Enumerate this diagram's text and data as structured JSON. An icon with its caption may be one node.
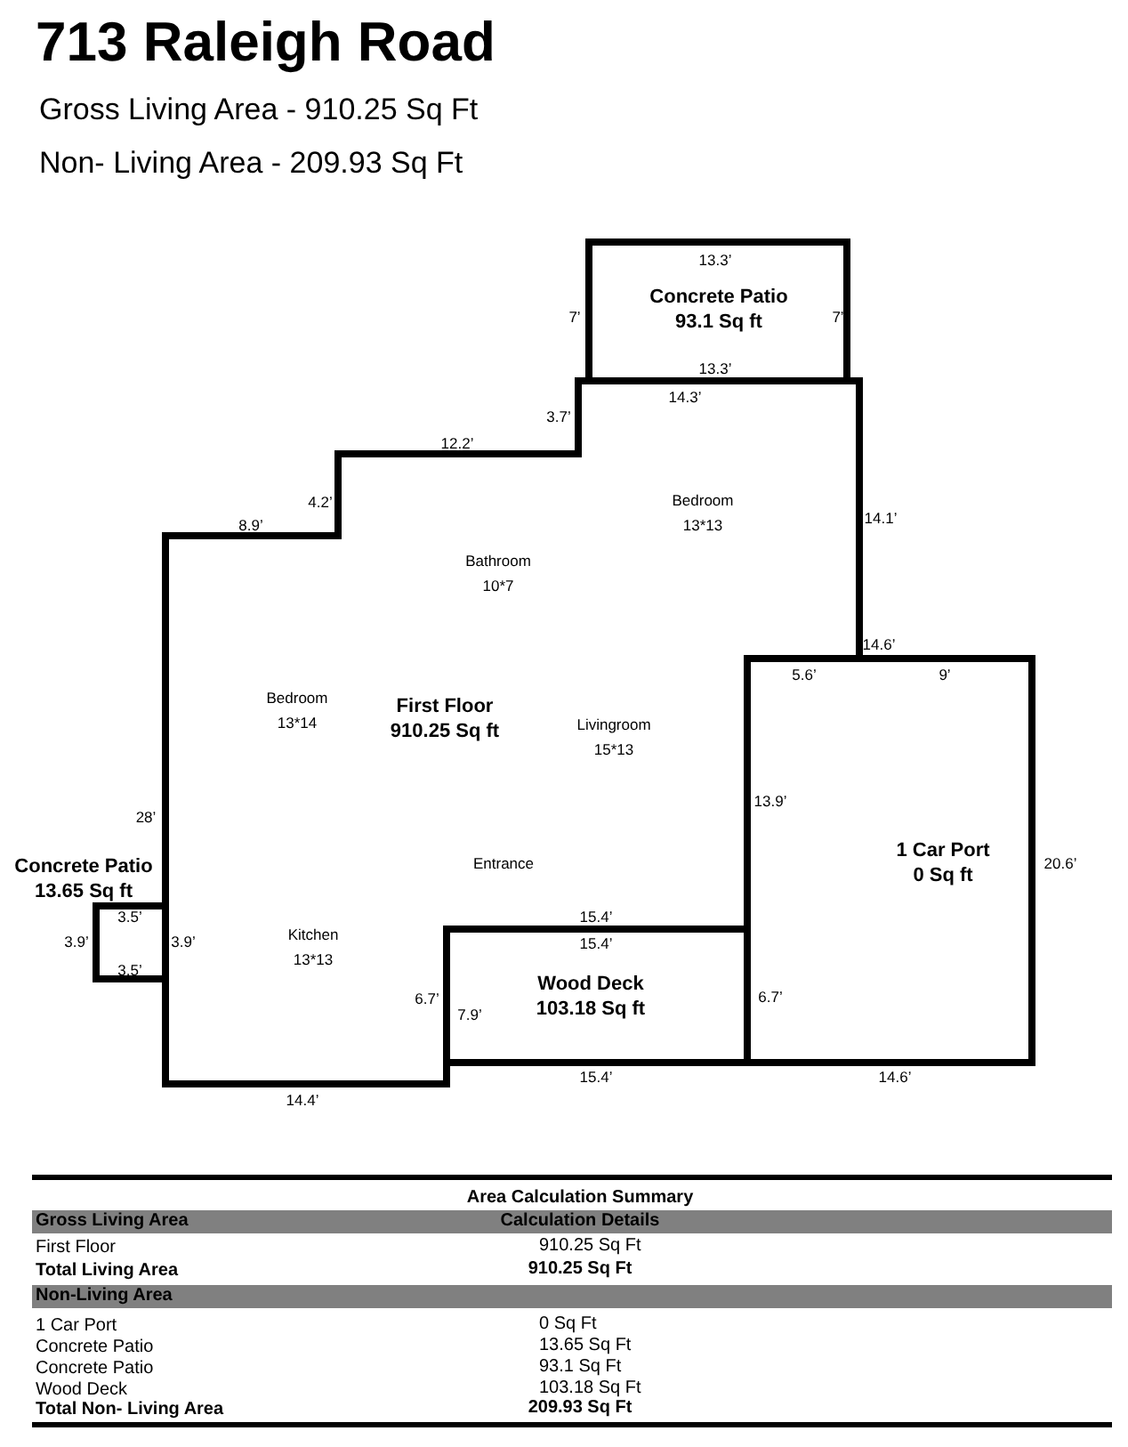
{
  "diagram": {
    "title": "713 Raleigh Road",
    "nodes": [
      {
        "text": [
          "First Floor",
          "910.25 Sq ft"
        ]
      },
      {
        "text": [
          "Concrete Patio",
          "93.1 Sq ft"
        ]
      },
      {
        "text": [
          "Concrete Patio",
          "13.65 Sq ft"
        ]
      },
      {
        "text": [
          "1 Car Port",
          "0 Sq ft"
        ]
      },
      {
        "text": [
          "Wood Deck",
          "103.18 Sq ft"
        ]
      }
    ],
    "labels": [
      "Gross Living Area - 910.25 Sq Ft",
      "Non- Living Area - 209.93 Sq Ft",
      "Bedroom 13*13",
      "Bathroom 10*7",
      "Bedroom 13*14",
      "Livingroom 15*13",
      "Entrance",
      "Kitchen 13*13",
      "13.3’",
      "7’",
      "7’",
      "13.3’",
      "14.3’",
      "3.7’",
      "12.2’",
      "4.2’",
      "8.9’",
      "14.1’",
      "14.6’",
      "5.6’",
      "9’",
      "28’",
      "13.9’",
      "3.5’",
      "15.4’",
      "3.9’",
      "3.9’",
      "15.4’",
      "20.6’",
      "3.5’",
      "6.7’",
      "6.7’",
      "7.9’",
      "15.4’",
      "14.4’",
      "14.6’",
      "Area Calculation Summary",
      "Gross Living Area",
      "Calculation Details",
      "First Floor",
      "910.25 Sq Ft",
      "Total Living Area",
      "910.25 Sq Ft",
      "Non-Living Area",
      "1 Car Port",
      "0 Sq Ft",
      "Concrete Patio",
      "13.65 Sq Ft",
      "Concrete Patio",
      "93.1 Sq Ft",
      "Wood Deck",
      "103.18 Sq Ft",
      "Total Non- Living Area",
      "209.93 Sq Ft"
    ]
  }
}
